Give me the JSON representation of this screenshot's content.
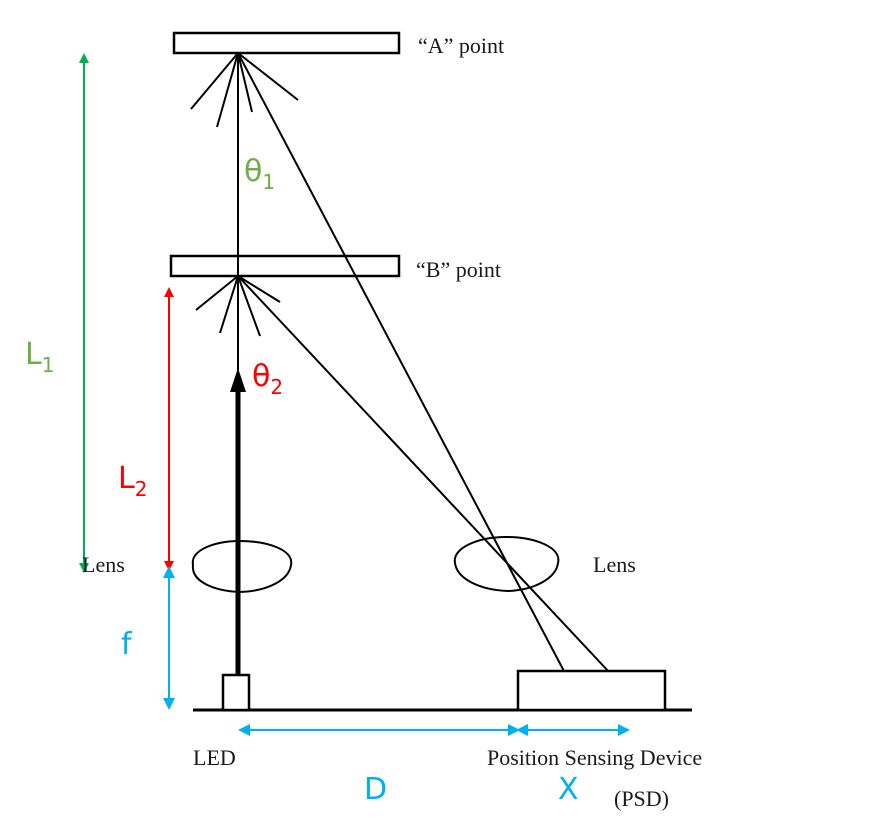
{
  "diagram": {
    "title": "PSD triangulation distance sensor",
    "labels": {
      "point_a": "“A” point",
      "point_b": "“B” point",
      "lens_left": "Lens",
      "lens_right": "Lens",
      "led": "LED",
      "psd_line1": "Position Sensing Device",
      "psd_line2": "(PSD)"
    },
    "variables": {
      "theta1": {
        "symbol": "θ",
        "sub": "1"
      },
      "theta2": {
        "symbol": "θ",
        "sub": "2"
      },
      "L1": {
        "symbol": "L",
        "sub": "1"
      },
      "L2": {
        "symbol": "L",
        "sub": "2"
      },
      "f": {
        "symbol": "f"
      },
      "D": {
        "symbol": "D"
      },
      "X": {
        "symbol": "X"
      }
    },
    "colors": {
      "green_label": "#70ad47",
      "green_arrow": "#00b050",
      "red": "#ff0000",
      "blue": "#00b0f0",
      "ink": "#000000"
    }
  }
}
